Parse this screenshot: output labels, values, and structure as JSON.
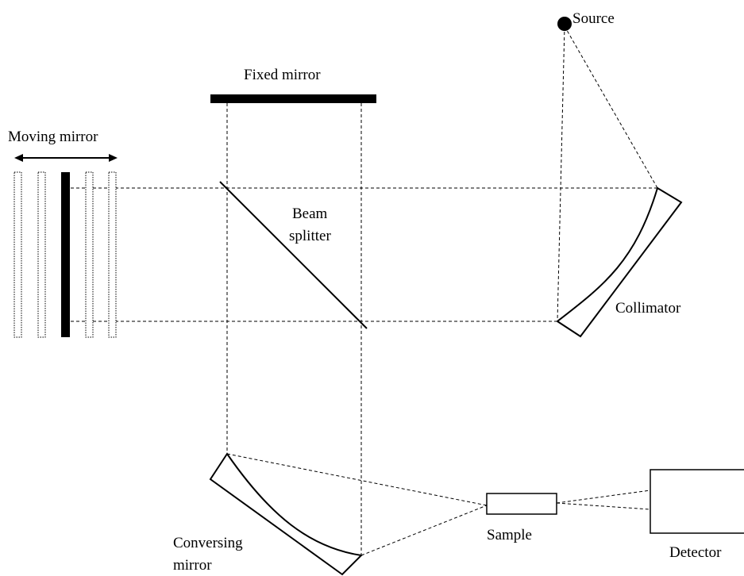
{
  "labels": {
    "source": "Source",
    "fixed_mirror": "Fixed mirror",
    "moving_mirror": "Moving mirror",
    "beam_splitter_line1": "Beam",
    "beam_splitter_line2": "splitter",
    "collimator": "Collimator",
    "converging_mirror_line1": "Conversing",
    "converging_mirror_line2": "mirror",
    "sample": "Sample",
    "detector": "Detector"
  }
}
